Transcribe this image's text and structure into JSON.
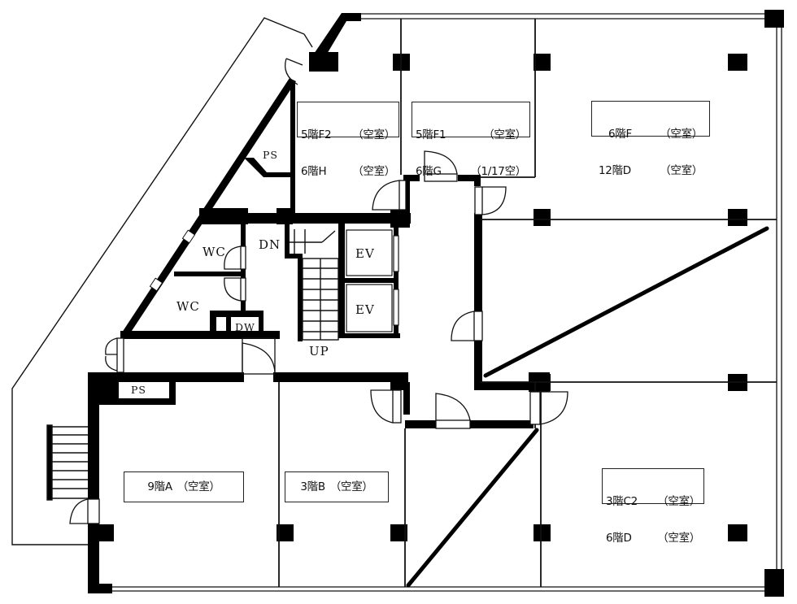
{
  "plan": {
    "type": "floor-plan",
    "colors": {
      "wall": "#000000",
      "line": "#111111",
      "background": "#ffffff",
      "label_border": "#222222"
    }
  },
  "units": [
    {
      "id": "top-left-unit",
      "lines": [
        {
          "name": "5階F2",
          "status": "（空室）"
        },
        {
          "name": "6階H",
          "status": "（空室）"
        }
      ]
    },
    {
      "id": "top-middle-unit",
      "lines": [
        {
          "name": "5階F1",
          "status": "（空室）"
        },
        {
          "name": "6階G",
          "status": "（1/17空）"
        }
      ]
    },
    {
      "id": "top-right-unit",
      "lines": [
        {
          "name": "6階F",
          "status": "（空室）"
        },
        {
          "name": "12階D",
          "status": "（空室）"
        }
      ]
    },
    {
      "id": "bottom-left-unit",
      "lines": [
        {
          "name": "9階A",
          "status": "（空室）"
        }
      ]
    },
    {
      "id": "bottom-middle-unit",
      "lines": [
        {
          "name": "3階B",
          "status": "（空室）"
        }
      ]
    },
    {
      "id": "bottom-right-unit",
      "lines": [
        {
          "name": "3階C2",
          "status": "（空室）"
        },
        {
          "name": "6階D",
          "status": "（空室）"
        }
      ]
    }
  ],
  "rooms": {
    "ps_upper": "PS",
    "ps_lower": "PS",
    "wc_upper": "WC",
    "wc_lower": "WC",
    "dw": "DW",
    "ev_upper": "EV",
    "ev_lower": "EV",
    "stairs_down": "DN",
    "stairs_up": "UP"
  }
}
